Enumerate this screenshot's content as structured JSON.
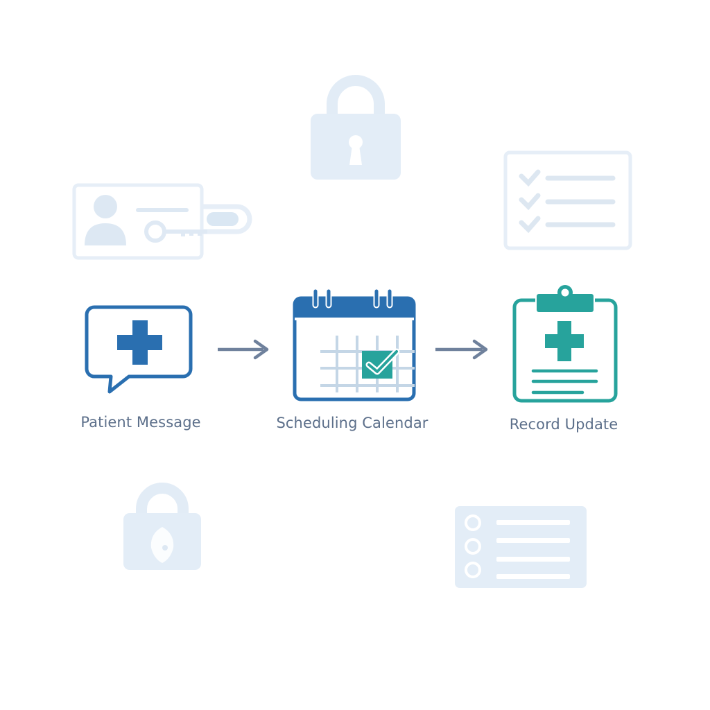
{
  "diagram": {
    "title": "",
    "colors": {
      "primary_blue": "#2a6fb0",
      "teal": "#27a39c",
      "grid_light": "#c4d6e6",
      "arrow": "#6f819c",
      "label_text": "#5c6f8a",
      "background_icon": "#dde9f4"
    },
    "flow": [
      {
        "id": "patient-message",
        "label": "Patient Message",
        "icon": "chat-bubble-medical-cross-icon"
      },
      {
        "id": "scheduling-calendar",
        "label": "Scheduling Calendar",
        "icon": "calendar-check-icon"
      },
      {
        "id": "record-update",
        "label": "Record Update",
        "icon": "clipboard-medical-cross-icon"
      }
    ],
    "connectors": [
      {
        "from": "patient-message",
        "to": "scheduling-calendar",
        "icon": "arrow-right-icon"
      },
      {
        "from": "scheduling-calendar",
        "to": "record-update",
        "icon": "arrow-right-icon"
      }
    ],
    "background_icons": [
      {
        "id": "padlock-top",
        "icon": "padlock-keyhole-icon"
      },
      {
        "id": "id-card-key",
        "icon": "id-card-key-icon"
      },
      {
        "id": "checklist",
        "icon": "checklist-icon"
      },
      {
        "id": "padlock-bottom",
        "icon": "padlock-shield-icon"
      },
      {
        "id": "radio-list",
        "icon": "radio-list-icon"
      }
    ]
  }
}
